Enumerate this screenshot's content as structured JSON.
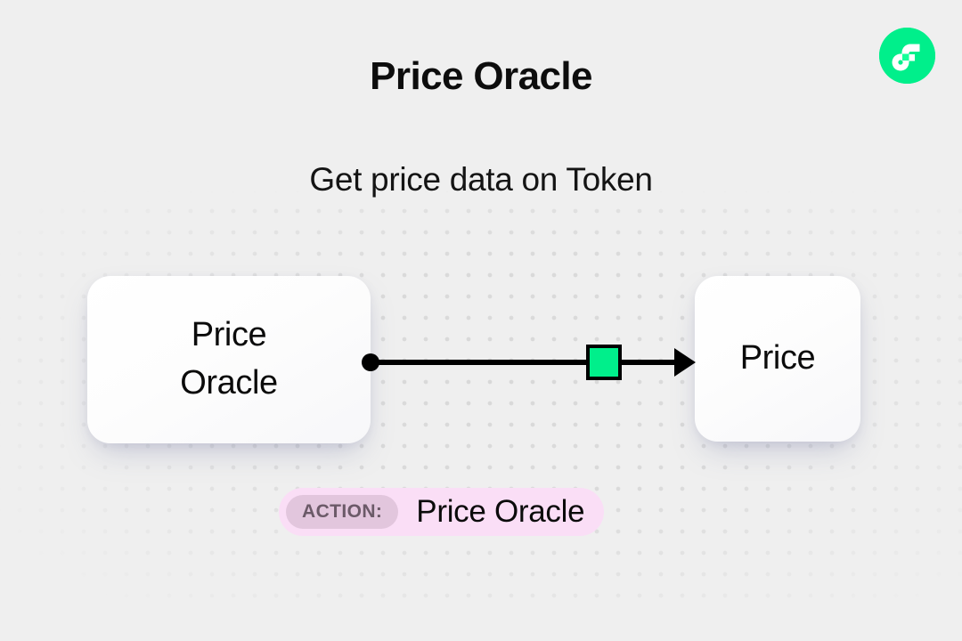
{
  "page": {
    "title": "Price Oracle",
    "subtitle": "Get price data on Token",
    "background_color": "#efefef"
  },
  "brand": {
    "icon_name": "flow-logo-icon",
    "circle_color": "#00ef8b",
    "mark_color": "#ffffff",
    "accent_color": "#16ff99"
  },
  "diagram": {
    "nodes": [
      {
        "id": "source",
        "label": "Price\nOracle",
        "role": "source",
        "handle": "output-dot"
      },
      {
        "id": "target",
        "label": "Price",
        "role": "target",
        "handle": "input-arrow"
      }
    ],
    "edge": {
      "name": "price-oracle-to-price-edge",
      "marker_color": "#00ef8b",
      "line_color": "#000000",
      "start_dot_color": "#000000",
      "arrow_color": "#000000"
    }
  },
  "action_badge": {
    "tag_label": "ACTION:",
    "value": "Price Oracle",
    "background_color": "#fadef6",
    "tag_background_color": "#e2c6dd",
    "tag_text_color": "#6b5a68"
  }
}
